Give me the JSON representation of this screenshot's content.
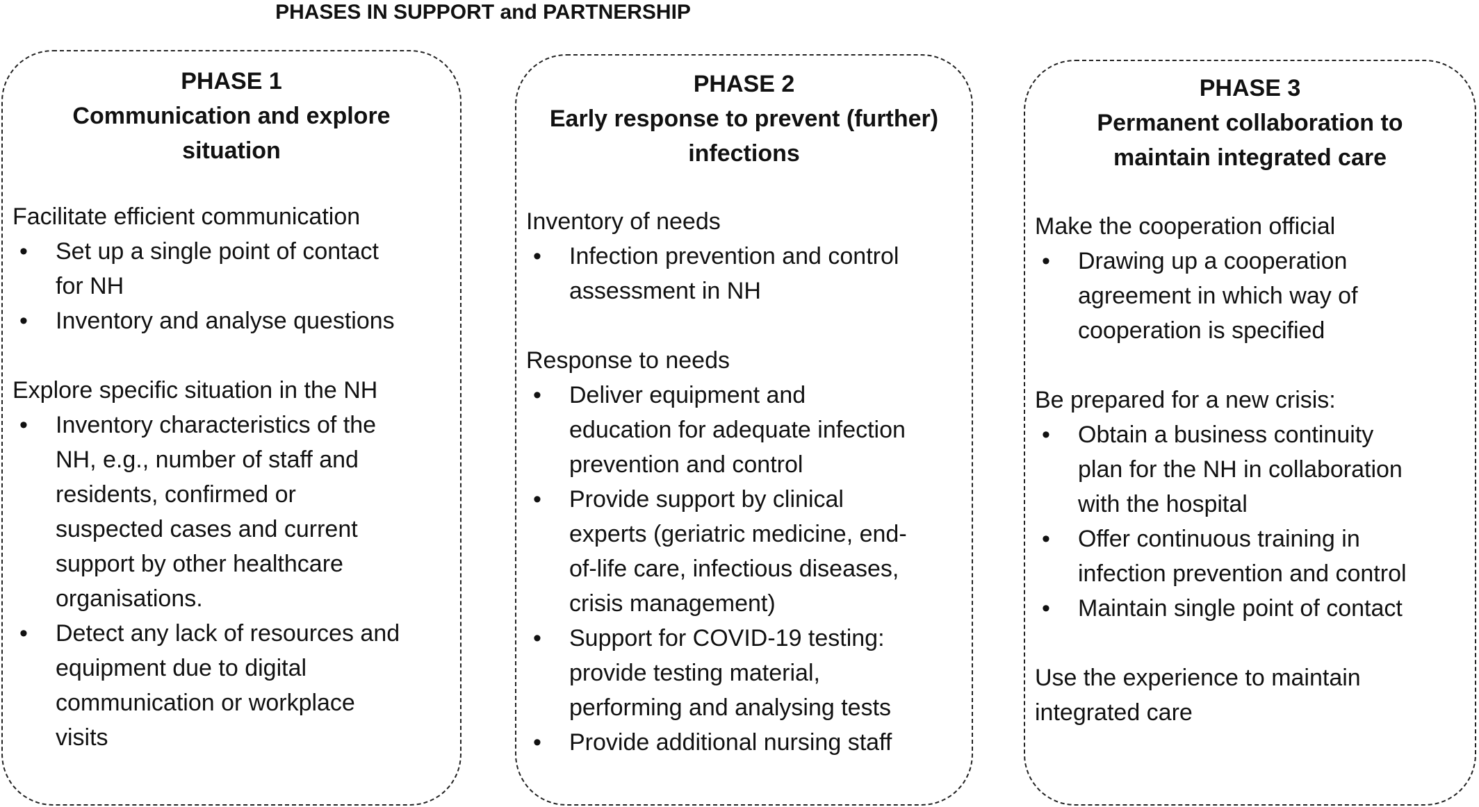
{
  "title": "PHASES IN SUPPORT and PARTNERSHIP",
  "bullet_char": "•",
  "phases": [
    {
      "heading": [
        "PHASE 1",
        "Communication and explore",
        "situation"
      ],
      "sections": [
        {
          "title": "Facilitate efficient communication",
          "items": [
            [
              "Set up a single point of contact",
              "for NH"
            ],
            [
              "Inventory and analyse questions"
            ]
          ]
        },
        {
          "title": "Explore specific situation in the NH",
          "items": [
            [
              "Inventory  characteristics of the",
              "NH, e.g., number of staff and",
              "residents, confirmed or",
              "suspected cases and current",
              "support by other healthcare",
              "organisations."
            ],
            [
              "Detect any lack of resources and",
              "equipment due to digital",
              "communication or workplace",
              "visits"
            ]
          ]
        }
      ]
    },
    {
      "heading": [
        "PHASE 2",
        "Early response to prevent (further)",
        "infections"
      ],
      "sections": [
        {
          "title": "Inventory of needs",
          "items": [
            [
              "Infection prevention and control",
              "assessment in NH"
            ]
          ]
        },
        {
          "title": "Response to needs",
          "items": [
            [
              "Deliver equipment and",
              "education for adequate infection",
              "prevention and control"
            ],
            [
              "Provide support by clinical",
              "experts (geriatric medicine, end-",
              "of-life care, infectious diseases,",
              "crisis management)"
            ],
            [
              "Support for COVID-19 testing:",
              "provide testing material,",
              "performing and analysing tests"
            ],
            [
              "Provide additional nursing staff"
            ]
          ]
        }
      ]
    },
    {
      "heading": [
        "PHASE 3",
        "Permanent collaboration to",
        "maintain integrated care"
      ],
      "sections": [
        {
          "title": "Make the cooperation official",
          "items": [
            [
              "Drawing up a cooperation",
              "agreement in which way of",
              "cooperation is specified"
            ]
          ]
        },
        {
          "title": "Be prepared for a new crisis:",
          "items": [
            [
              "Obtain a business continuity",
              "plan for the NH in collaboration",
              "with the hospital"
            ],
            [
              "Offer continuous training in",
              "infection prevention and control"
            ],
            [
              "Maintain single point of contact"
            ]
          ]
        },
        {
          "title": [
            "Use the experience to maintain",
            "integrated care"
          ],
          "items": []
        }
      ]
    }
  ]
}
